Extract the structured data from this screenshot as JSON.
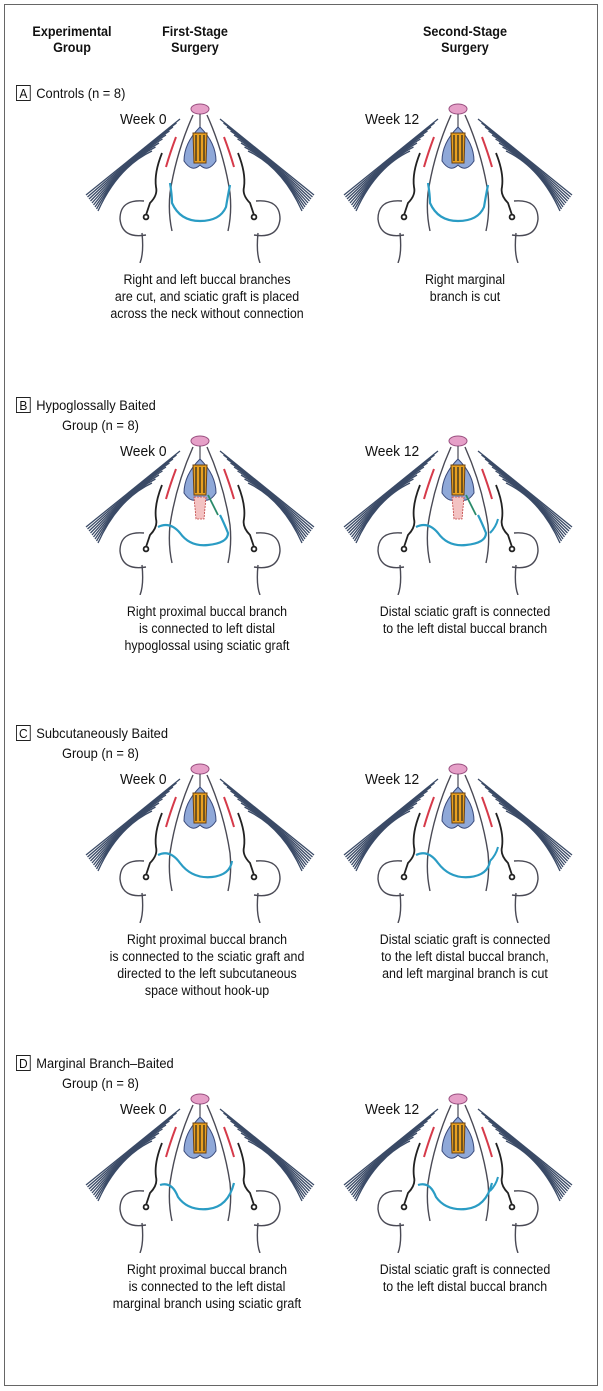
{
  "header": {
    "col1": [
      "Experimental",
      "Group"
    ],
    "col2": [
      "First-Stage",
      "Surgery"
    ],
    "col3": [
      "Second-Stage",
      "Surgery"
    ]
  },
  "sections": [
    {
      "letter": "A",
      "label": "Controls (n = 8)",
      "sublabel": "",
      "week_left": "Week 0",
      "week_right": "Week 12",
      "caption_left": [
        "Right and left buccal branches",
        "are cut, and sciatic graft is placed",
        "across the neck without connection"
      ],
      "caption_right": [
        "Right marginal",
        "branch is cut"
      ]
    },
    {
      "letter": "B",
      "label": "Hypoglossally Baited",
      "sublabel": "Group (n = 8)",
      "week_left": "Week 0",
      "week_right": "Week 12",
      "caption_left": [
        "Right proximal buccal branch",
        "is connected to left distal",
        "hypoglossal using sciatic graft"
      ],
      "caption_right": [
        "Distal sciatic graft is connected",
        "to the left distal buccal branch"
      ]
    },
    {
      "letter": "C",
      "label": "Subcutaneously Baited",
      "sublabel": "Group (n = 8)",
      "week_left": "Week 0",
      "week_right": "Week 12",
      "caption_left": [
        "Right proximal buccal branch",
        "is connected to the sciatic graft and",
        "directed to the left subcutaneous",
        "space without hook-up"
      ],
      "caption_right": [
        "Distal sciatic graft is connected",
        "to the left distal buccal branch,",
        "and left marginal branch is cut"
      ]
    },
    {
      "letter": "D",
      "label": "Marginal Branch–Baited",
      "sublabel": "Group (n = 8)",
      "week_left": "Week 0",
      "week_right": "Week 12",
      "caption_left": [
        "Right proximal buccal branch",
        "is connected to the left distal",
        "marginal branch using sciatic graft"
      ],
      "caption_right": [
        "Distal sciatic graft is connected",
        "to the left distal buccal branch"
      ]
    }
  ],
  "colors": {
    "whisker": "#3a4a66",
    "outline": "#4a4a55",
    "graft": "#2a9cc4",
    "marginal": "#d63a4a",
    "nose": "#e6a0c8",
    "trachea": "#e8a020",
    "tongue": "#8fa8d8",
    "hypoglossal": "#2a8a6a"
  }
}
